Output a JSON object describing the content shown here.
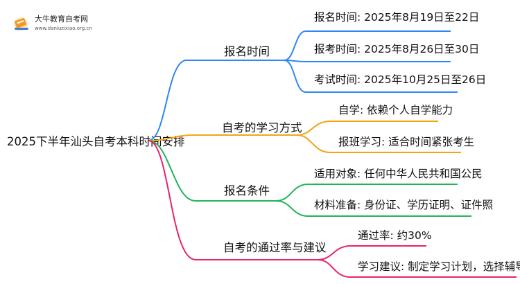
{
  "logo": {
    "title": "大牛教育自考网",
    "url": "www.daniuzixiao.org.cn"
  },
  "root": {
    "label": "2025下半年汕头自考本科时间安排"
  },
  "colors": {
    "branch1": "#2f86f5",
    "branch2": "#f2a415",
    "branch3": "#21b45a",
    "branch4": "#e8226e"
  },
  "branches": [
    {
      "label": "报名时间",
      "leaves": [
        {
          "label": "报名时间: 2025年8月19日至22日"
        },
        {
          "label": "报考时间: 2025年8月26日至30日"
        },
        {
          "label": "考试时间: 2025年10月25日至26日"
        }
      ]
    },
    {
      "label": "自考的学习方式",
      "leaves": [
        {
          "label": "自学: 依赖个人自学能力"
        },
        {
          "label": "报班学习: 适合时间紧张考生"
        }
      ]
    },
    {
      "label": "报名条件",
      "leaves": [
        {
          "label": "适用对象: 任何中华人民共和国公民"
        },
        {
          "label": "材料准备: 身份证、学历证明、证件照"
        }
      ]
    },
    {
      "label": "自考的通过率与建议",
      "leaves": [
        {
          "label": "通过率: 约30%"
        },
        {
          "label": "学习建议: 制定学习计划，选择辅导机构"
        }
      ]
    }
  ]
}
